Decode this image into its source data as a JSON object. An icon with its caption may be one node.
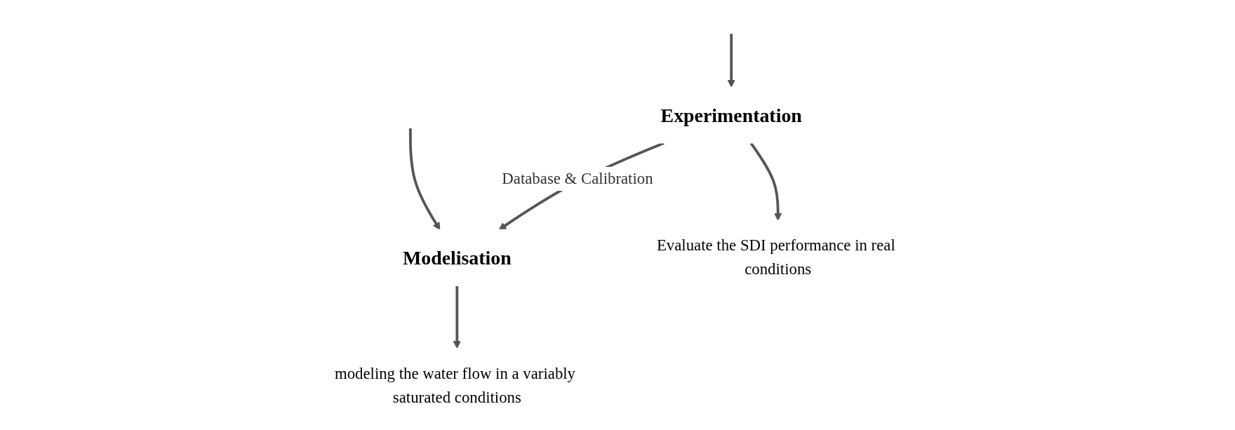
{
  "diagram": {
    "nodes": [
      {
        "text": [
          "Modelisation"
        ]
      },
      {
        "text": [
          "Experimentation"
        ]
      },
      {
        "text": [
          "modeling the water flow in a variably saturated conditions"
        ]
      },
      {
        "text": [
          "Evaluate the SDI performance in real conditions"
        ]
      }
    ],
    "edges": [
      {
        "from": null,
        "to": 0,
        "arrow": "to"
      },
      {
        "from": null,
        "to": 1,
        "arrow": "to"
      },
      {
        "from": 1,
        "to": 0,
        "arrow": "to",
        "label": "Database & Calibration"
      },
      {
        "from": 0,
        "to": 2,
        "arrow": "to"
      },
      {
        "from": 1,
        "to": 3,
        "arrow": "to"
      }
    ]
  }
}
